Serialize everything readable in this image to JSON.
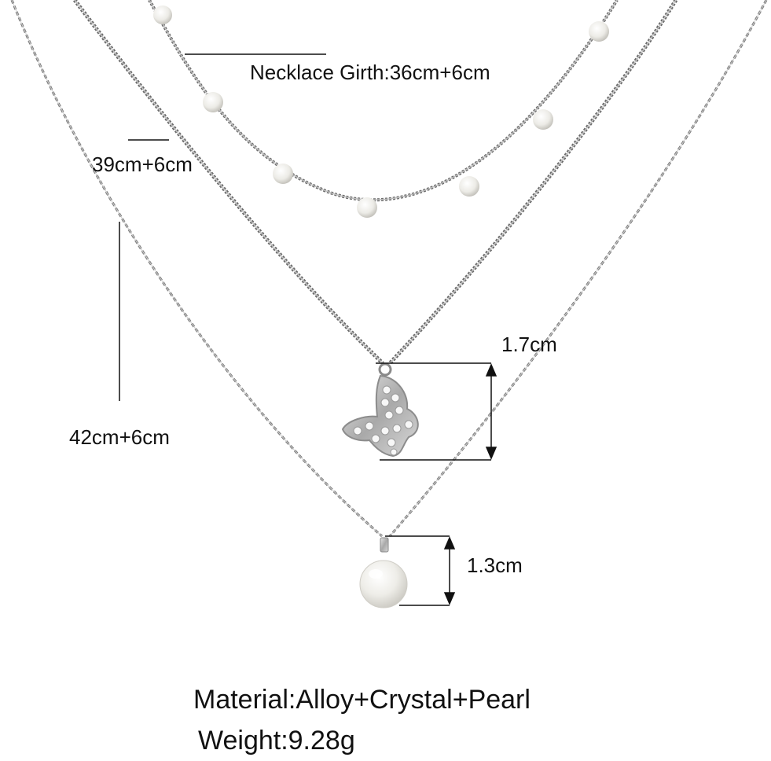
{
  "labels": {
    "girth_36": "Necklace Girth:36cm+6cm",
    "girth_39": "39cm+6cm",
    "girth_42": "42cm+6cm",
    "butterfly_height": "1.7cm",
    "pearl_height": "1.3cm"
  },
  "specs": {
    "material": "Material:Alloy+Crystal+Pearl",
    "weight": "Weight:9.28g"
  },
  "colors": {
    "chain": "#8e8e8e",
    "chain_dark": "#5e5e5e",
    "measure_line": "#111111",
    "pearl": "#f1f0ec",
    "background": "#ffffff"
  }
}
